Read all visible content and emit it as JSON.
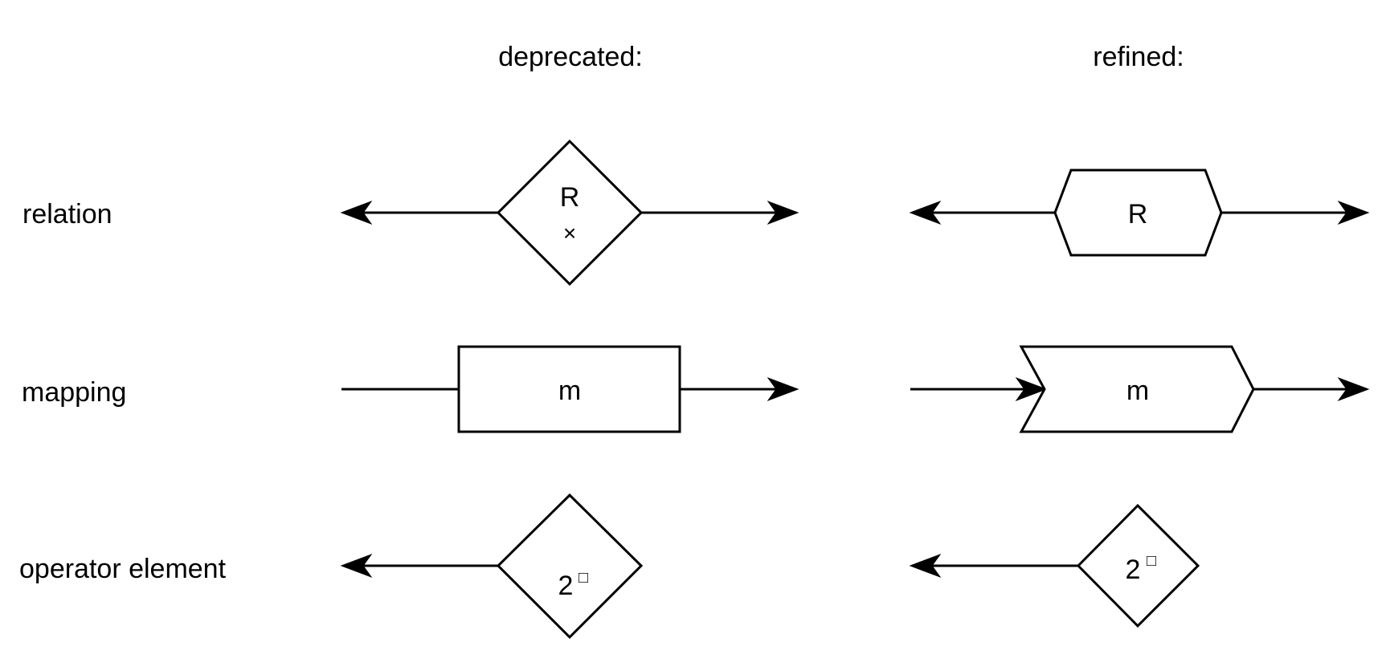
{
  "headings": {
    "deprecated": "deprecated:",
    "refined": "refined:"
  },
  "rows": {
    "relation": "relation",
    "mapping": "mapping",
    "operator": "operator element"
  },
  "deprecated": {
    "relation_symbol": "R",
    "relation_sub": "×",
    "mapping_symbol": "m",
    "operator_symbol": "2",
    "operator_glyph": "□"
  },
  "refined": {
    "relation_symbol": "R",
    "mapping_symbol": "m",
    "operator_symbol": "2",
    "operator_glyph": "□"
  },
  "colors": {
    "stroke": "#000000",
    "background": "#ffffff"
  }
}
